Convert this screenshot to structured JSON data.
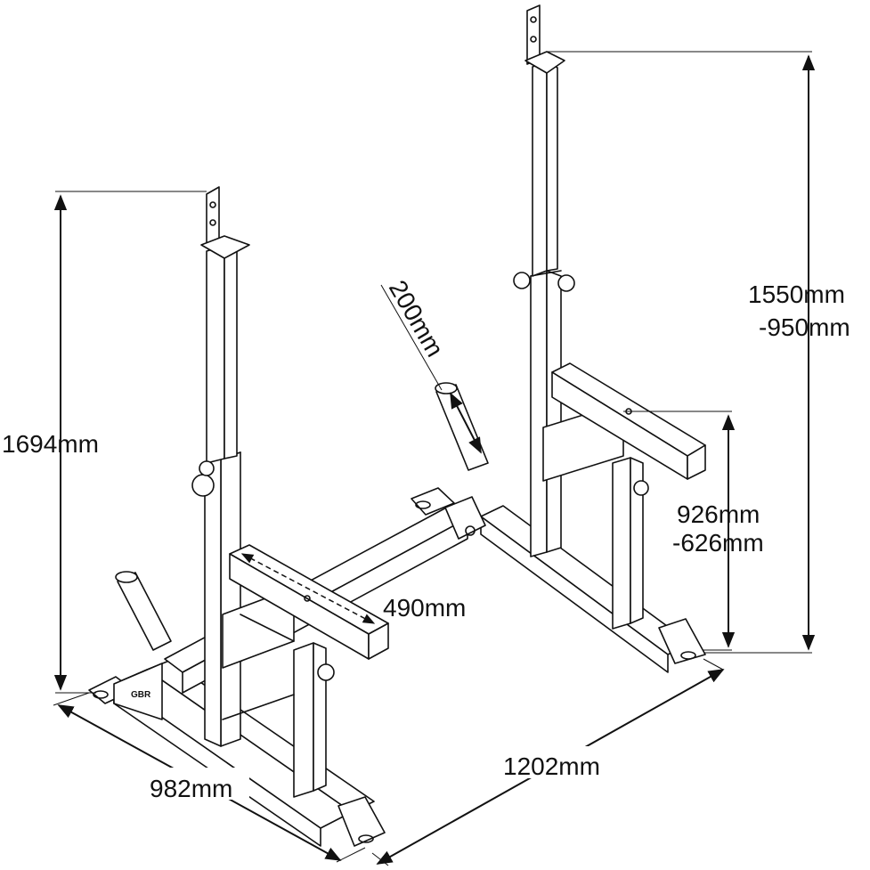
{
  "figure": {
    "dimensions": {
      "total_height": "1694mm",
      "upright_range_top": "1550mm",
      "upright_range_bottom": "-950mm",
      "spotter_range_top": "926mm",
      "spotter_range_bottom": "-626mm",
      "spotter_length": "490mm",
      "plate_post_length": "200mm",
      "base_depth": "982mm",
      "base_width": "1202mm"
    },
    "logo_text": "GBR",
    "line_color": "#111111",
    "background_color": "#ffffff"
  }
}
